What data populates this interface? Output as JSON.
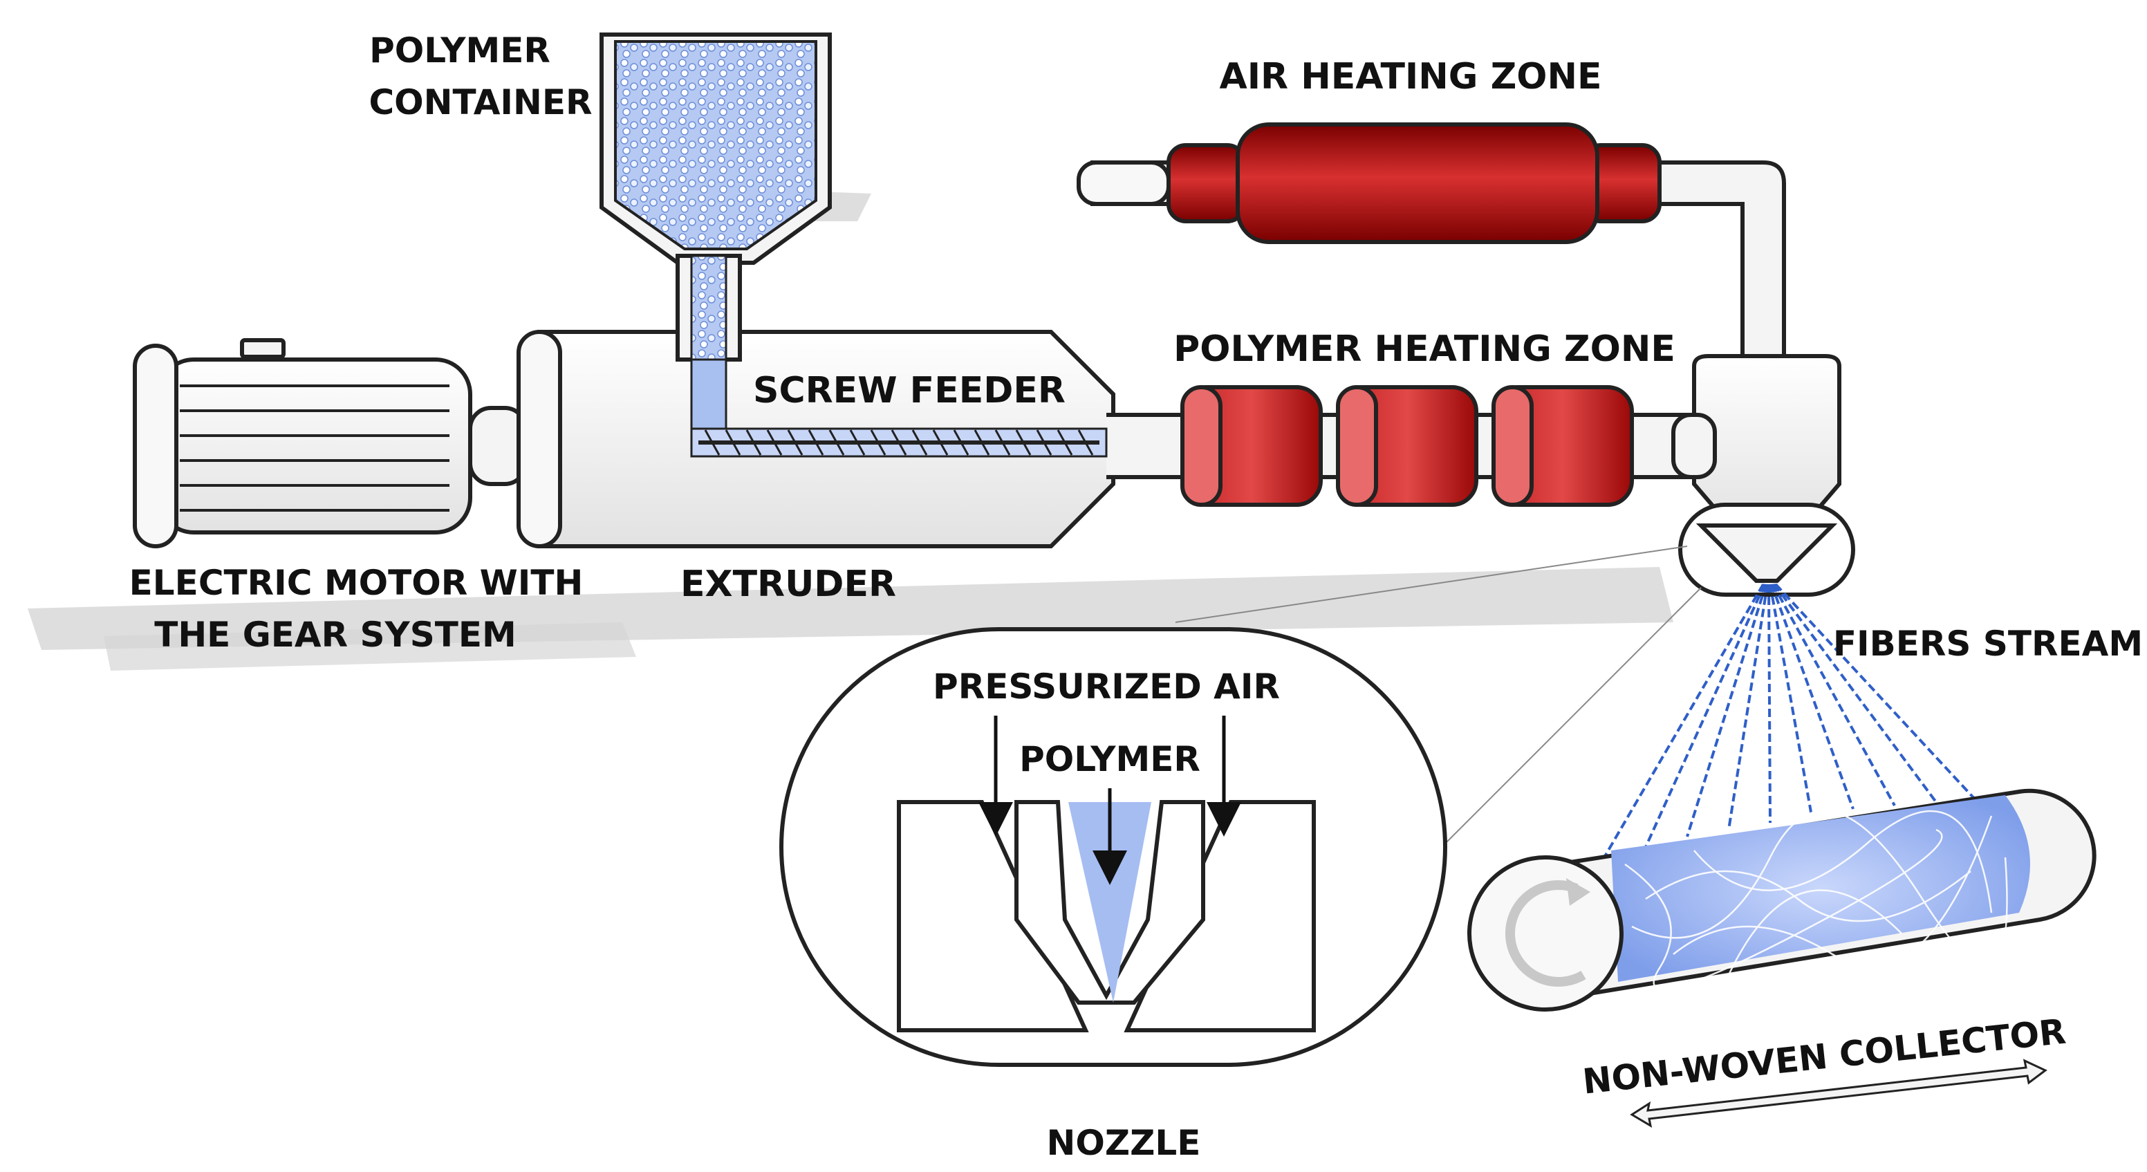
{
  "labels": {
    "polymer_container_1": "POLYMER",
    "polymer_container_2": "CONTAINER",
    "air_heating_zone": "AIR HEATING ZONE",
    "polymer_heating_zone": "POLYMER HEATING ZONE",
    "screw_feeder": "SCREW FEEDER",
    "motor_1": "ELECTRIC MOTOR WITH",
    "motor_2": "THE GEAR SYSTEM",
    "extruder": "EXTRUDER",
    "fibers_stream": "FIBERS STREAM",
    "pressurized_air": "PRESSURIZED AIR",
    "polymer": "POLYMER",
    "nozzle": "NOZZLE",
    "collector": "NON-WOVEN COLLECTOR"
  },
  "colors": {
    "heater_red": "#b01010",
    "heater_light": "#e05050",
    "polymer_blue": "#9bb8f0",
    "fiber_blue": "#2f5fc8",
    "outline": "#222222",
    "body_fill": "#f4f4f4",
    "shadow": "#cfcfcf"
  }
}
